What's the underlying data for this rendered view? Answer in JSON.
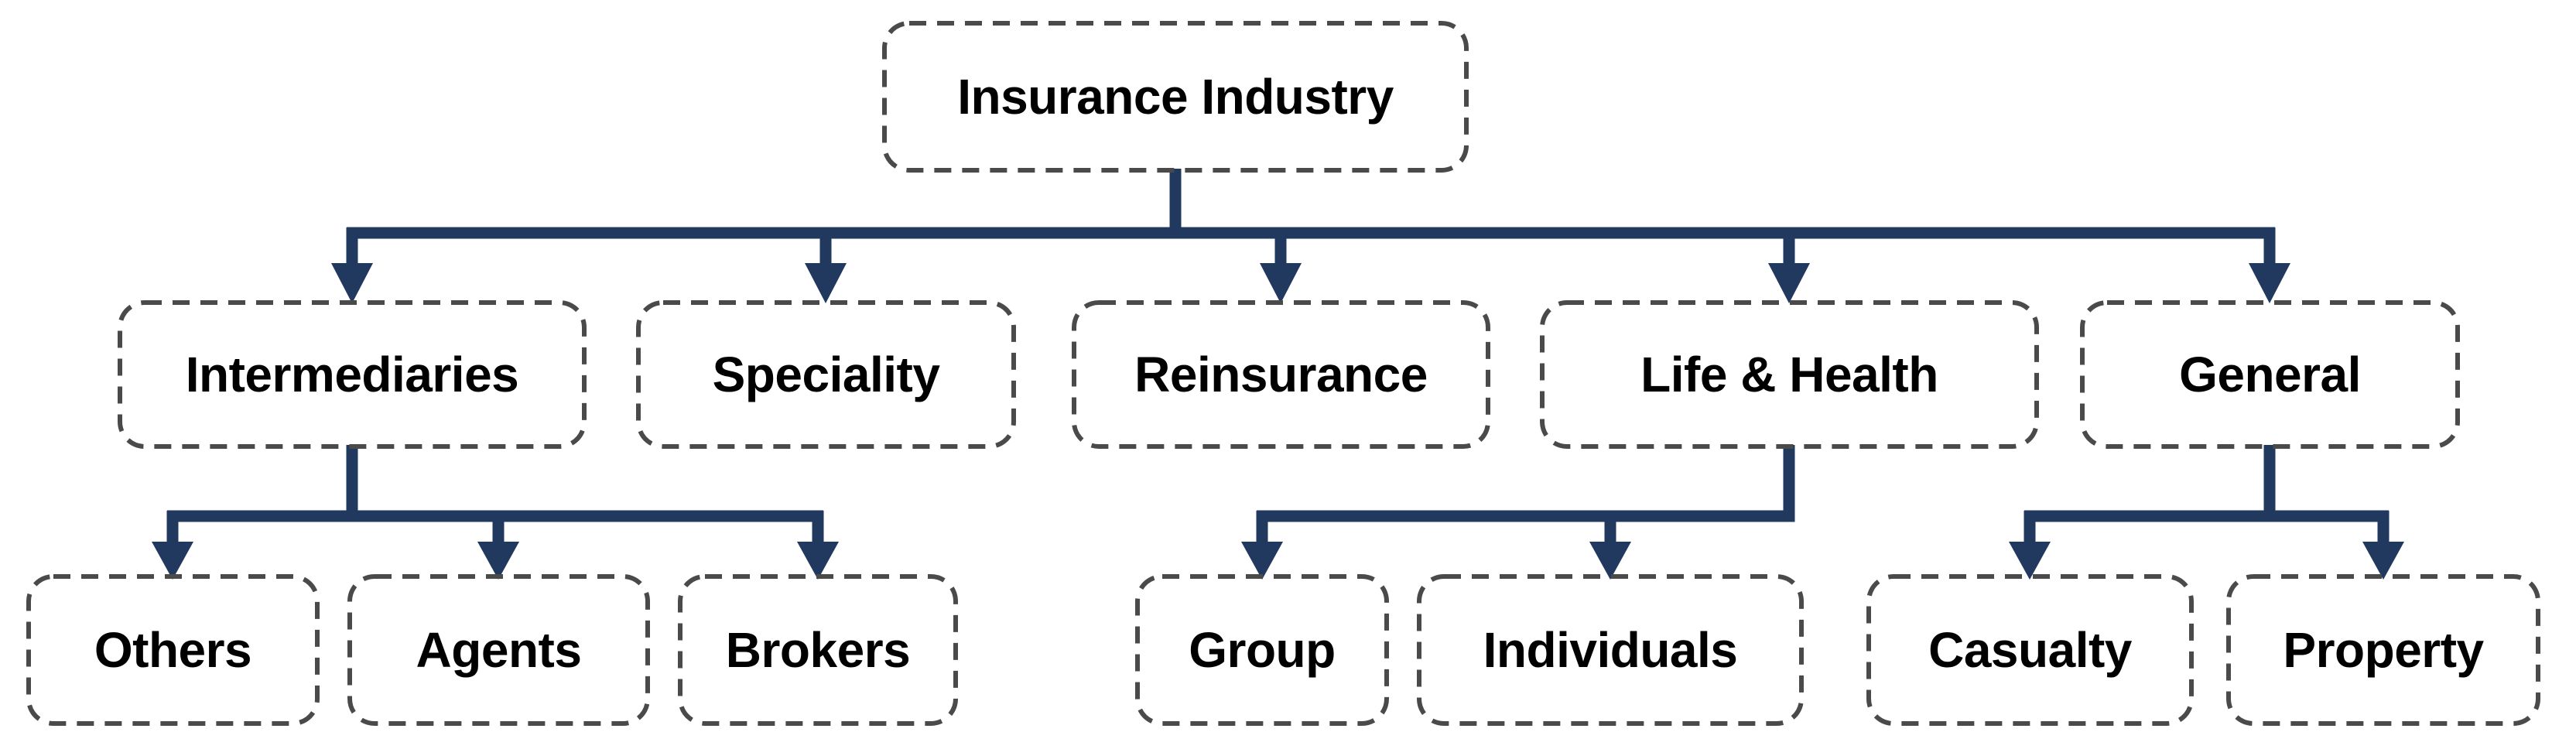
{
  "diagram": {
    "type": "org-chart",
    "tree": {
      "label": "Insurance Industry",
      "children": [
        {
          "label": "Intermediaries",
          "children": [
            {
              "label": "Others"
            },
            {
              "label": "Agents"
            },
            {
              "label": "Brokers"
            }
          ]
        },
        {
          "label": "Speciality",
          "children": []
        },
        {
          "label": "Reinsurance",
          "children": []
        },
        {
          "label": "Life & Health",
          "children": [
            {
              "label": "Group"
            },
            {
              "label": "Individuals"
            }
          ]
        },
        {
          "label": "General",
          "children": [
            {
              "label": "Casualty"
            },
            {
              "label": "Property"
            }
          ]
        }
      ]
    },
    "colors": {
      "connector": "#21385f",
      "box_border": "#4a4a4a",
      "text": "#000000",
      "background": "#ffffff"
    }
  }
}
